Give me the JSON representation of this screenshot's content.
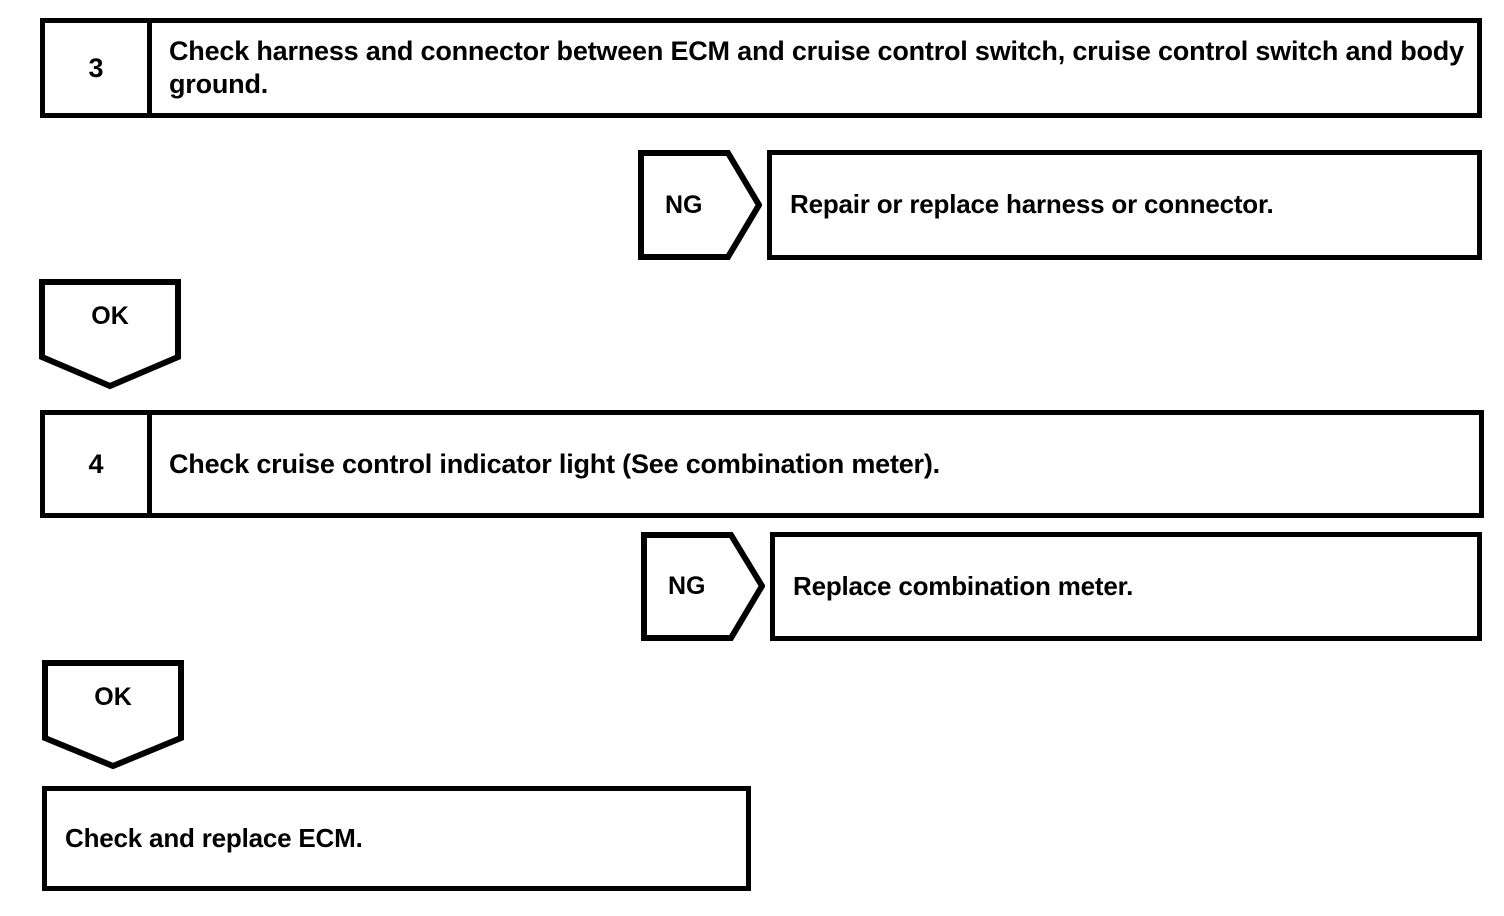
{
  "document": {
    "type": "troubleshooting-flowchart",
    "line_color": "#000000",
    "background_color": "#ffffff"
  },
  "steps": [
    {
      "number": "3",
      "text": "Check harness and connector between ECM and cruise control switch, cruise control switch and body ground."
    },
    {
      "number": "4",
      "text": "Check cruise control indicator light (See combination meter)."
    }
  ],
  "branches": [
    {
      "tag": "NG",
      "action": "Repair or replace harness or connector."
    },
    {
      "tag": "OK",
      "action": ""
    },
    {
      "tag": "NG",
      "action": "Replace combination meter."
    },
    {
      "tag": "OK",
      "action": ""
    }
  ],
  "tags": {
    "ng_1": "NG",
    "ok_1": "OK",
    "ng_2": "NG",
    "ok_2": "OK"
  },
  "actions": {
    "repair_harness": "Repair or replace harness or connector.",
    "replace_meter": "Replace combination meter.",
    "check_ecm": "Check and replace ECM."
  }
}
